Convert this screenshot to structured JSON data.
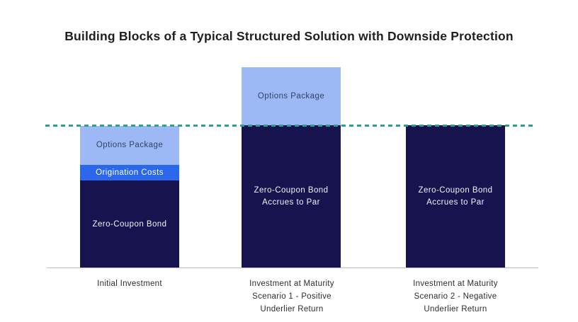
{
  "title": "Building Blocks of a Typical Structured Solution with Downside Protection",
  "colors": {
    "navy_zero_coupon_bond": "#16134E",
    "bright_blue_origination_costs": "#2A67EC",
    "light_blue_options_package": "#9DB9F5",
    "par_dashed_line_teal": "#2F9E8F",
    "baseline_gray": "#BDBDBD",
    "title_text": "#1F1F1F",
    "light_segment_label_text": "#31426B",
    "dark_segment_label_text": "#FFFFFF"
  },
  "chart_data": {
    "type": "bar",
    "stacked": true,
    "title": "Building Blocks of a Typical Structured Solution with Downside Protection",
    "xlabel": "",
    "ylabel": "",
    "grid": false,
    "legend_position": "none (segments labeled in-bar)",
    "value_scale_note": "No numeric axis shown; values estimated as percent of par (par line = 100)",
    "par_line": {
      "value": 100,
      "style": "dashed",
      "color": "#2F9E8F"
    },
    "categories": [
      "Initial Investment",
      "Investment at Maturity\nScenario 1 - Positive\nUnderlier Return",
      "Investment at Maturity\nScenario 2 - Negative\nUnderlier Return"
    ],
    "bars": [
      {
        "category": "Initial Investment",
        "total": 100,
        "segments": [
          {
            "label": "Zero-Coupon Bond",
            "value": 62,
            "color": "#16134E"
          },
          {
            "label": "Origination Costs",
            "value": 11,
            "color": "#2A67EC"
          },
          {
            "label": "Options Package",
            "value": 27,
            "color": "#9DB9F5"
          }
        ]
      },
      {
        "category": "Investment at Maturity\nScenario 1 - Positive\nUnderlier Return",
        "total": 141,
        "segments": [
          {
            "label": "Zero-Coupon Bond\nAccrues to Par",
            "value": 100,
            "color": "#16134E"
          },
          {
            "label": "Options Package",
            "value": 41,
            "color": "#9DB9F5"
          }
        ]
      },
      {
        "category": "Investment at Maturity\nScenario 2 - Negative\nUnderlier Return",
        "total": 100,
        "segments": [
          {
            "label": "Zero-Coupon Bond\nAccrues to Par",
            "value": 100,
            "color": "#16134E"
          }
        ]
      }
    ]
  }
}
